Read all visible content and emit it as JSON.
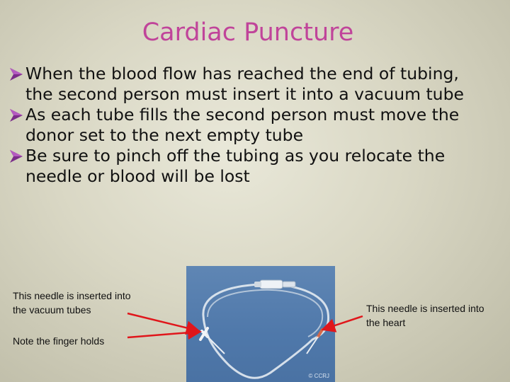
{
  "slide": {
    "title": "Cardiac Puncture",
    "bullets": [
      {
        "line1": "When the blood flow has reached the end of tubing,",
        "line2": "the second person must insert it into a vacuum tube"
      },
      {
        "line1": "As each tube fills the second person must move the",
        "line2": "donor set to the next empty tube"
      },
      {
        "line1": "Be sure to pinch off the tubing as you relocate the",
        "line2": "needle or blood will be lost"
      }
    ],
    "captions": {
      "left_needle_line1": "This needle is inserted into",
      "left_needle_line2": "the vacuum tubes",
      "finger_holds": "Note the finger holds",
      "right_needle_line1": "This needle is inserted into",
      "right_needle_line2": "the heart"
    },
    "photo": {
      "copyright": "© CCRJ"
    },
    "colors": {
      "title": "#c0449a",
      "bullet_arrow": "#7b2c8a",
      "pointer_arrow": "#e0161b"
    },
    "icons": {
      "bullet": "arrowhead-bullet-icon"
    }
  }
}
